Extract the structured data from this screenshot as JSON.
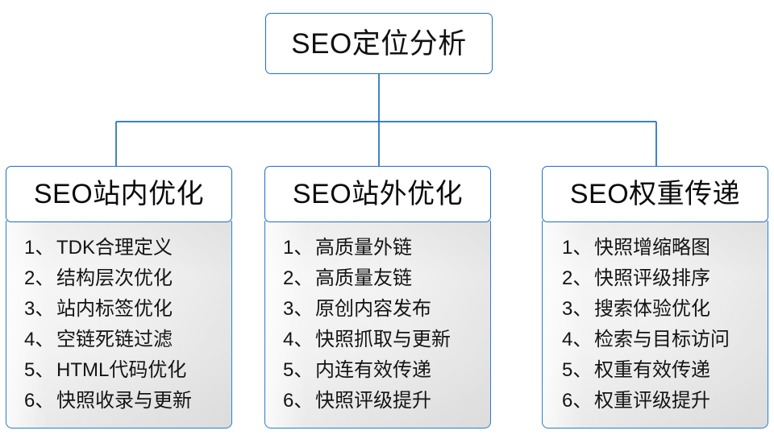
{
  "diagram": {
    "type": "org-tree",
    "title": "SEO定位分析",
    "accent_color": "#1f6fc0",
    "panel_color": "#ededed",
    "background_color": "#ffffff",
    "root": {
      "label": "SEO定位分析"
    },
    "branches": [
      {
        "header": "SEO站内优化",
        "items": [
          {
            "index": "1、",
            "text": "TDK合理定义"
          },
          {
            "index": "2、",
            "text": "结构层次优化"
          },
          {
            "index": "3、",
            "text": "站内标签优化"
          },
          {
            "index": "4、",
            "text": "空链死链过滤"
          },
          {
            "index": "5、",
            "text": "HTML代码优化"
          },
          {
            "index": "6、",
            "text": "快照收录与更新"
          }
        ]
      },
      {
        "header": "SEO站外优化",
        "items": [
          {
            "index": "1、",
            "text": "高质量外链"
          },
          {
            "index": "2、",
            "text": "高质量友链"
          },
          {
            "index": "3、",
            "text": "原创内容发布"
          },
          {
            "index": "4、",
            "text": "快照抓取与更新"
          },
          {
            "index": "5、",
            "text": "内连有效传递"
          },
          {
            "index": "6、",
            "text": "快照评级提升"
          }
        ]
      },
      {
        "header": "SEO权重传递",
        "items": [
          {
            "index": "1、",
            "text": "快照增缩略图"
          },
          {
            "index": "2、",
            "text": "快照评级排序"
          },
          {
            "index": "3、",
            "text": "搜索体验优化"
          },
          {
            "index": "4、",
            "text": "检索与目标访问"
          },
          {
            "index": "5、",
            "text": "权重有效传递"
          },
          {
            "index": "6、",
            "text": "权重评级提升"
          }
        ]
      }
    ]
  }
}
